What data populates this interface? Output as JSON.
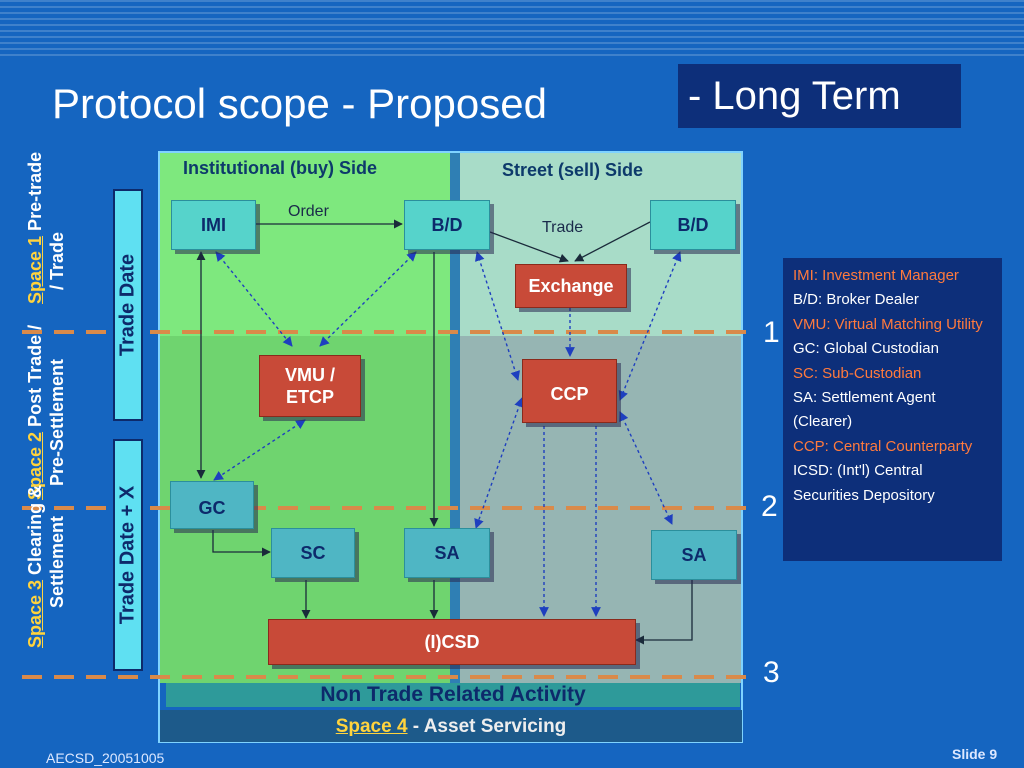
{
  "title": "Protocol scope - Proposed",
  "term": "- Long Term",
  "zones": {
    "buy_side": "Institutional (buy) Side",
    "sell_side": "Street (sell) Side"
  },
  "nodes": {
    "imi": "IMI",
    "bd_buy": "B/D",
    "bd_sell": "B/D",
    "exchange": "Exchange",
    "vmu": "VMU / ETCP",
    "ccp": "CCP",
    "gc": "GC",
    "sc": "SC",
    "sa_buy": "SA",
    "sa_sell": "SA",
    "icsd": "(I)CSD"
  },
  "flow_labels": {
    "order": "Order",
    "trade": "Trade"
  },
  "date_bars": {
    "trade_date": "Trade Date",
    "trade_date_x": "Trade Date + X"
  },
  "spaces": [
    {
      "name": "Space 1",
      "line1": "Pre-trade",
      "line2": "/ Trade"
    },
    {
      "name": "Space 2",
      "line1": "Post Trade /",
      "line2": "Pre-Settlement"
    },
    {
      "name": "Space 3",
      "line1": "Clearing &",
      "line2": "Settlement"
    }
  ],
  "boundaries": [
    "1",
    "2",
    "3"
  ],
  "non_trade": "Non Trade Related Activity",
  "space4": {
    "name": "Space 4",
    "desc": " - Asset Servicing"
  },
  "legend": [
    {
      "text": "IMI: Investment Manager",
      "color": "#ff7a3d"
    },
    {
      "text": "B/D: Broker Dealer",
      "color": "#ffffff"
    },
    {
      "text": "VMU: Virtual Matching Utility",
      "color": "#ff7a3d"
    },
    {
      "text": "GC: Global Custodian",
      "color": "#ffffff"
    },
    {
      "text": "SC: Sub-Custodian",
      "color": "#ff7a3d"
    },
    {
      "text": "SA: Settlement Agent (Clearer)",
      "color": "#ffffff"
    },
    {
      "text": "CCP: Central Counterparty",
      "color": "#ff7a3d"
    },
    {
      "text": "ICSD: (Int'l) Central Securities Depository",
      "color": "#ffffff"
    }
  ],
  "footer": {
    "left": "AECSD_20051005",
    "right": "Slide 9"
  },
  "colors": {
    "background": "#1565c0",
    "buy_zone": "#7ee87e",
    "sell_zone": "#a8dcc8",
    "dash": "#d98a4a",
    "accent": "#ffd33d"
  }
}
